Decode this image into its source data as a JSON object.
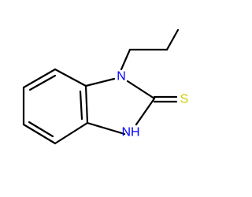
{
  "molecule": {
    "atoms": {
      "n1": {
        "symbol": "N",
        "color": "#0000ff"
      },
      "nh": {
        "symbol": "NH",
        "color": "#0000ff"
      },
      "s": {
        "symbol": "S",
        "color": "#cccc00"
      }
    }
  }
}
